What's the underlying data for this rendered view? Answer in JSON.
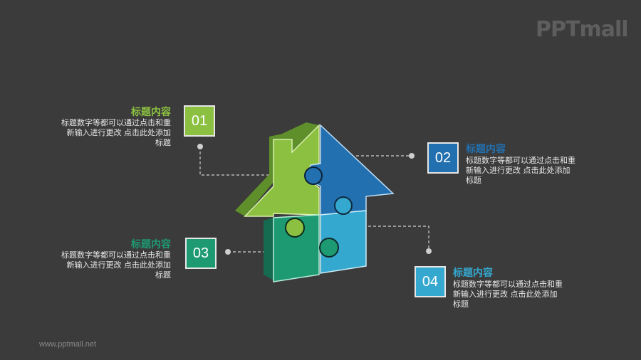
{
  "brand": {
    "logo": "PPTmall",
    "footer_url": "www.pptmall.net"
  },
  "colors": {
    "background": "#3b3b3b",
    "item1": "#8cc040",
    "item2": "#2270b0",
    "item3": "#1d9a72",
    "item4": "#35a8d0"
  },
  "items": [
    {
      "number": "01",
      "title": "标题内容",
      "desc": "标题数字等都可以通过点击和重新输入进行更改 点击此处添加标题"
    },
    {
      "number": "02",
      "title": "标题内容",
      "desc": "标题数字等都可以通过点击和重新输入进行更改 点击此处添加标题"
    },
    {
      "number": "03",
      "title": "标题内容",
      "desc": "标题数字等都可以通过点击和重新输入进行更改 点击此处添加标题"
    },
    {
      "number": "04",
      "title": "标题内容",
      "desc": "标题数字等都可以通过点击和重新输入进行更改 点击此处添加标题"
    }
  ]
}
